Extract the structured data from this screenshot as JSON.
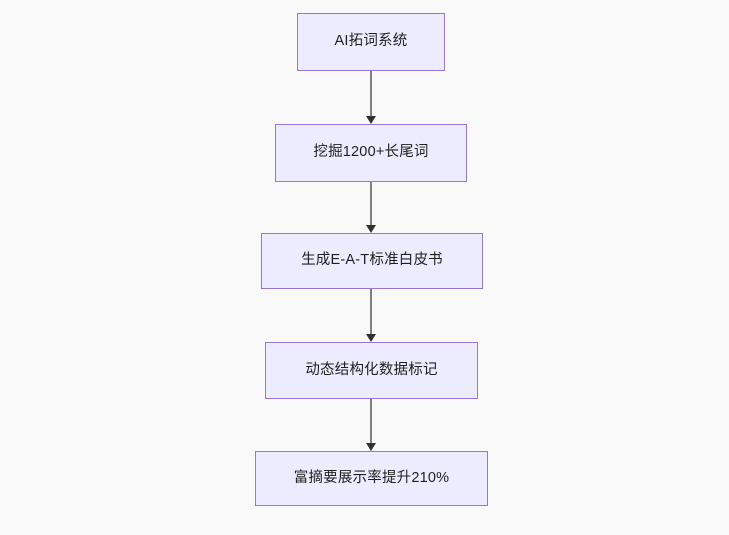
{
  "diagram": {
    "type": "flowchart",
    "direction": "top-to-bottom",
    "background_color": "#f9f9f9",
    "node_fill_color": "#ececfe",
    "node_border_color": "#9a76d4",
    "node_text_color": "#1f1f1f",
    "edge_line_color": "#7f7f7f",
    "edge_arrow_color": "#313131",
    "nodes": [
      {
        "id": "n1",
        "label": "AI拓词系统"
      },
      {
        "id": "n2",
        "label": "挖掘1200+长尾词"
      },
      {
        "id": "n3",
        "label": "生成E-A-T标准白皮书"
      },
      {
        "id": "n4",
        "label": "动态结构化数据标记"
      },
      {
        "id": "n5",
        "label": "富摘要展示率提升210%"
      }
    ],
    "edges": [
      {
        "id": "e1",
        "from": "n1",
        "to": "n2",
        "arrow": "arrow-down-icon"
      },
      {
        "id": "e2",
        "from": "n2",
        "to": "n3",
        "arrow": "arrow-down-icon"
      },
      {
        "id": "e3",
        "from": "n3",
        "to": "n4",
        "arrow": "arrow-down-icon"
      },
      {
        "id": "e4",
        "from": "n4",
        "to": "n5",
        "arrow": "arrow-down-icon"
      }
    ]
  }
}
